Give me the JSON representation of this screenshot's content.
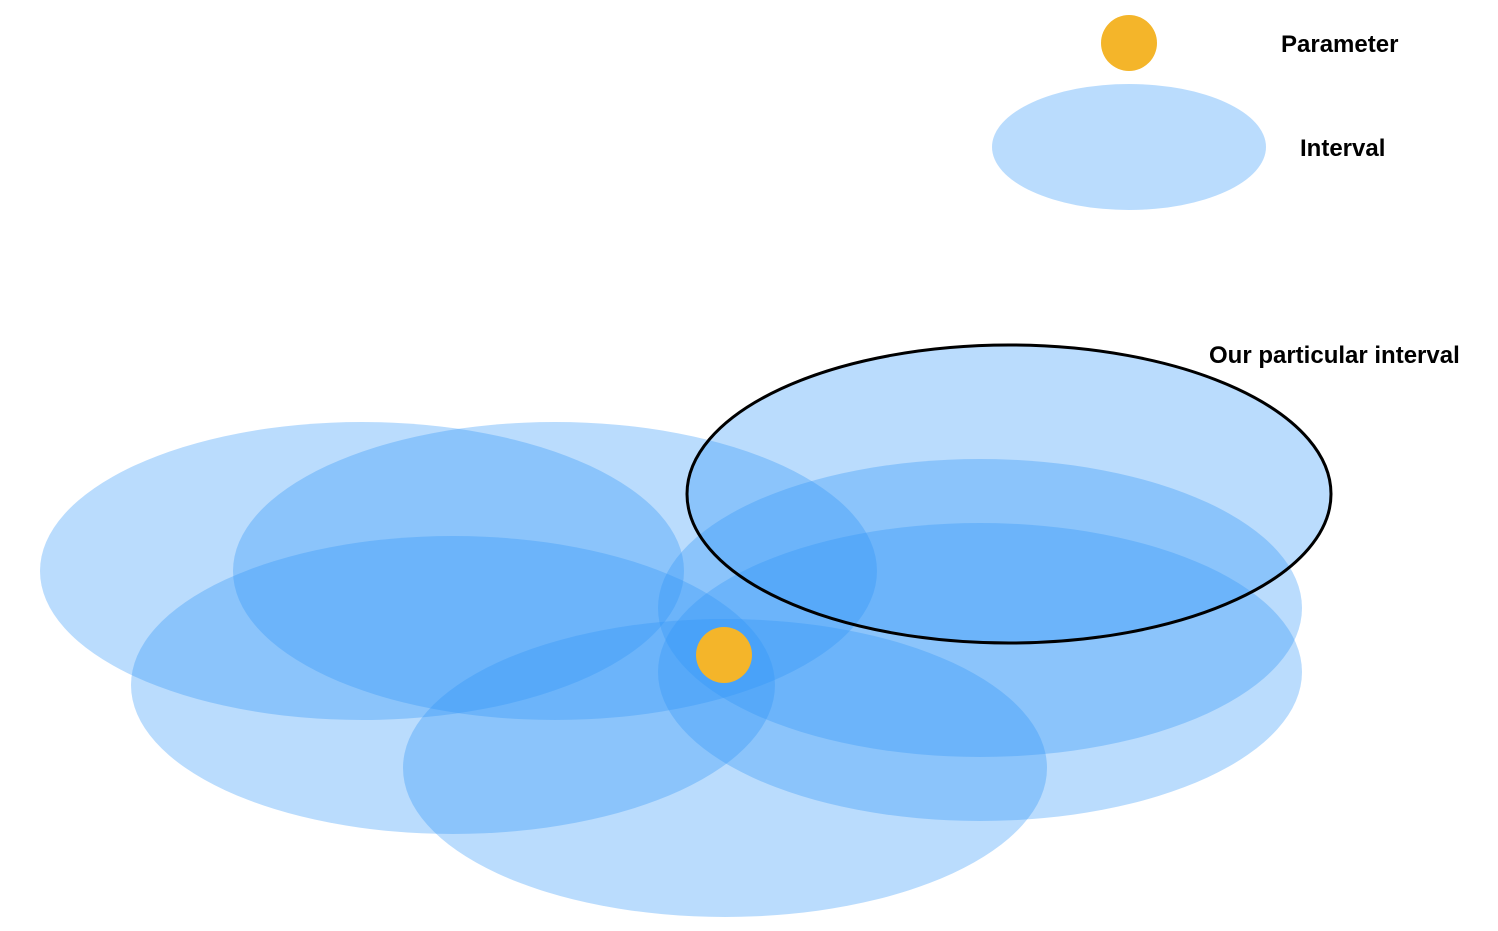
{
  "legend": {
    "parameter_label": "Parameter",
    "interval_label": "Interval"
  },
  "annotation": {
    "highlight_label": "Our particular interval"
  },
  "colors": {
    "parameter": "#F4B52A",
    "interval_fill": "#2E95FA",
    "interval_fill_opacity": 0.33,
    "highlight_stroke": "#000000",
    "text": "#000000"
  },
  "icons": {
    "parameter_marker": "filled-circle",
    "interval_marker": "filled-ellipse"
  },
  "interval_count": 7,
  "highlighted_interval_count": 1
}
